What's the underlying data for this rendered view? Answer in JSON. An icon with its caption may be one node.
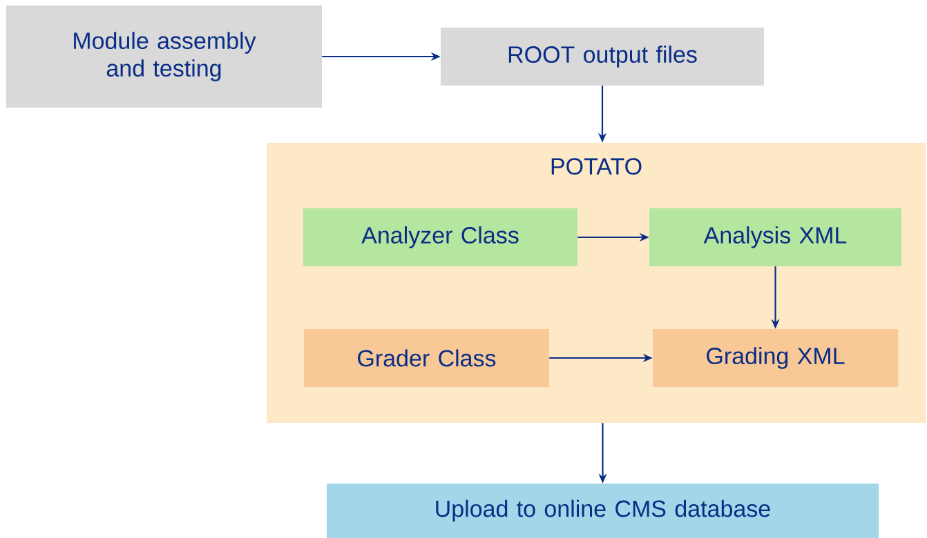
{
  "diagram": {
    "nodes": [
      {
        "text": [
          "Module assembly and testing"
        ]
      },
      {
        "text": [
          "ROOT output files"
        ]
      },
      {
        "text": [
          "POTATO"
        ]
      },
      {
        "text": [
          "Analyzer Class"
        ],
        "in": 2
      },
      {
        "text": [
          "Analysis XML"
        ],
        "in": 2
      },
      {
        "text": [
          "Grader Class"
        ],
        "in": 2
      },
      {
        "text": [
          "Grading XML"
        ],
        "in": 2
      },
      {
        "text": [
          "Upload to online CMS database"
        ]
      }
    ],
    "edges": [
      {
        "from": 0,
        "to": 1,
        "arrow": "to"
      },
      {
        "from": 1,
        "to": 2,
        "arrow": "to"
      },
      {
        "from": 3,
        "to": 4,
        "arrow": "to"
      },
      {
        "from": 4,
        "to": 6,
        "arrow": "to"
      },
      {
        "from": 5,
        "to": 6,
        "arrow": "to"
      },
      {
        "from": 2,
        "to": 7,
        "arrow": "to"
      }
    ]
  }
}
